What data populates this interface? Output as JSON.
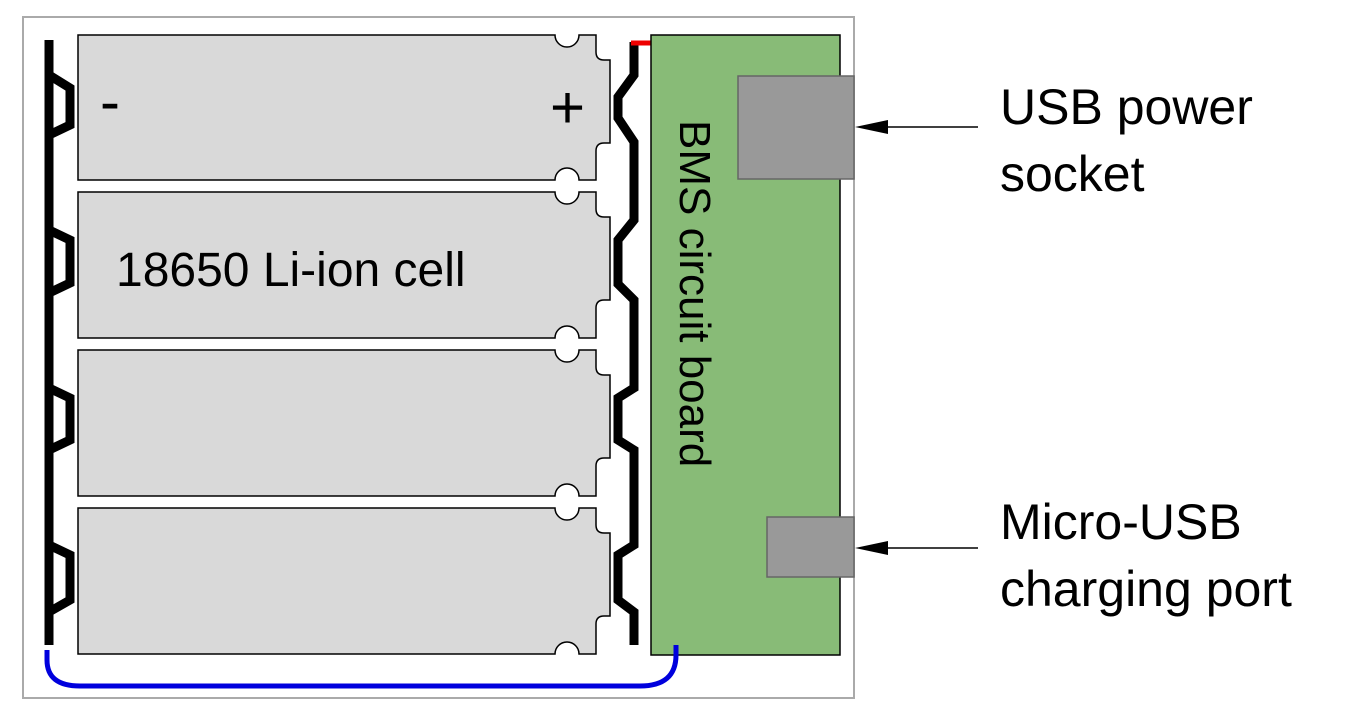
{
  "cells": {
    "label": "18650 Li-ion cell",
    "minus": "-",
    "plus": "+",
    "count": 4,
    "color": "#d9d9d9"
  },
  "board": {
    "label": "BMS circuit board",
    "color": "#88bb77"
  },
  "callouts": {
    "usb_socket": [
      "USB power",
      "socket"
    ],
    "micro_usb": [
      "Micro-USB",
      "charging port"
    ]
  },
  "colors": {
    "port": "#999999",
    "positive_lead": "#ee0000",
    "negative_lead": "#0000dd",
    "contact": "#000000"
  }
}
